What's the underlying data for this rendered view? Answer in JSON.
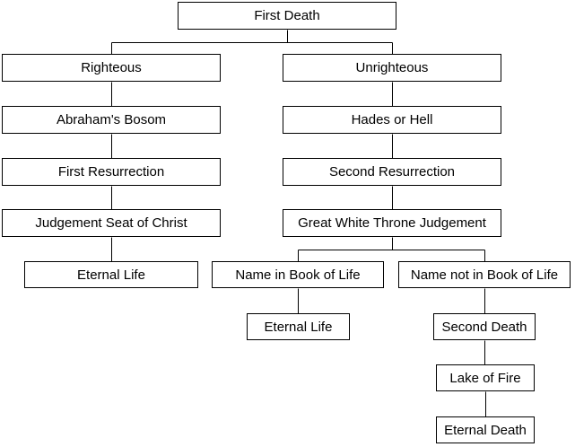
{
  "colors": {
    "stroke": "#000000",
    "box_fill": "#ffffff",
    "text": "#000000"
  },
  "nodes": {
    "first_death": "First Death",
    "righteous": "Righteous",
    "unrighteous": "Unrighteous",
    "abrahams_bosom": "Abraham's Bosom",
    "hades_or_hell": "Hades or Hell",
    "first_resurrection": "First Resurrection",
    "second_resurrection": "Second Resurrection",
    "judgement_seat": "Judgement Seat of Christ",
    "great_white_throne": "Great White Throne Judgement",
    "eternal_life_righteous": "Eternal Life",
    "name_in_book": "Name in Book of Life",
    "name_not_in_book": "Name not in Book of Life",
    "eternal_life_book": "Eternal Life",
    "second_death": "Second Death",
    "lake_of_fire": "Lake of Fire",
    "eternal_death": "Eternal Death"
  },
  "edges": [
    [
      "first_death",
      "righteous"
    ],
    [
      "first_death",
      "unrighteous"
    ],
    [
      "righteous",
      "abrahams_bosom"
    ],
    [
      "abrahams_bosom",
      "first_resurrection"
    ],
    [
      "first_resurrection",
      "judgement_seat"
    ],
    [
      "judgement_seat",
      "eternal_life_righteous"
    ],
    [
      "unrighteous",
      "hades_or_hell"
    ],
    [
      "hades_or_hell",
      "second_resurrection"
    ],
    [
      "second_resurrection",
      "great_white_throne"
    ],
    [
      "great_white_throne",
      "name_in_book"
    ],
    [
      "great_white_throne",
      "name_not_in_book"
    ],
    [
      "name_in_book",
      "eternal_life_book"
    ],
    [
      "name_not_in_book",
      "second_death"
    ],
    [
      "second_death",
      "lake_of_fire"
    ],
    [
      "lake_of_fire",
      "eternal_death"
    ]
  ]
}
